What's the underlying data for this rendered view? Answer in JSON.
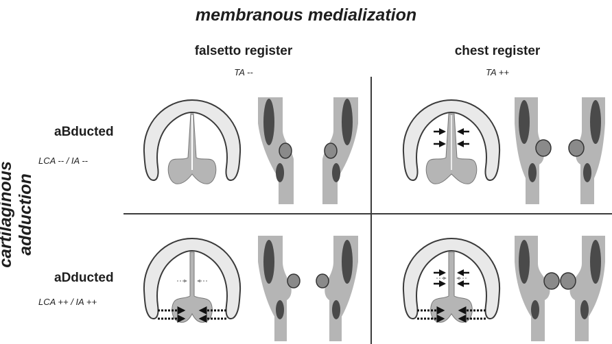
{
  "title": "membranous medialization",
  "side_label": "cartilaginous adduction",
  "columns": [
    {
      "label": "falsetto register",
      "muscle": "TA --"
    },
    {
      "label": "chest register",
      "muscle": "TA ++"
    }
  ],
  "rows": [
    {
      "label": "aBducted",
      "muscle": "LCA -- / IA --"
    },
    {
      "label": "aDducted",
      "muscle": "LCA ++ / IA ++"
    }
  ],
  "colors": {
    "cartilage_fill": "#e9e9e9",
    "fold_fill": "#b5b5b5",
    "muscle_fill": "#4a4a4a",
    "outline": "#3a3a3a",
    "divider": "#3a3a3a"
  }
}
